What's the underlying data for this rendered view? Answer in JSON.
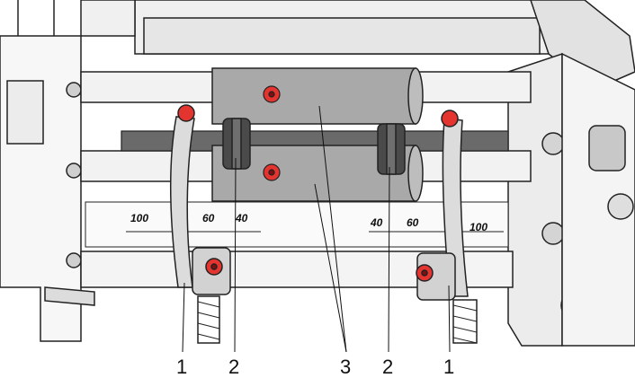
{
  "diagram": {
    "callouts": [
      {
        "id": "c1a",
        "text": "1"
      },
      {
        "id": "c2a",
        "text": "2"
      },
      {
        "id": "c3",
        "text": "3"
      },
      {
        "id": "c2b",
        "text": "2"
      },
      {
        "id": "c1b",
        "text": "1"
      }
    ],
    "scale_left": [
      "100",
      "60",
      "40"
    ],
    "scale_right": [
      "40",
      "60",
      "100"
    ],
    "colors": {
      "roller": "#a9a9a9",
      "screw": "#e4342f",
      "metal": "#dcdcdc",
      "dark": "#4a4a4a",
      "line": "#222222"
    }
  }
}
